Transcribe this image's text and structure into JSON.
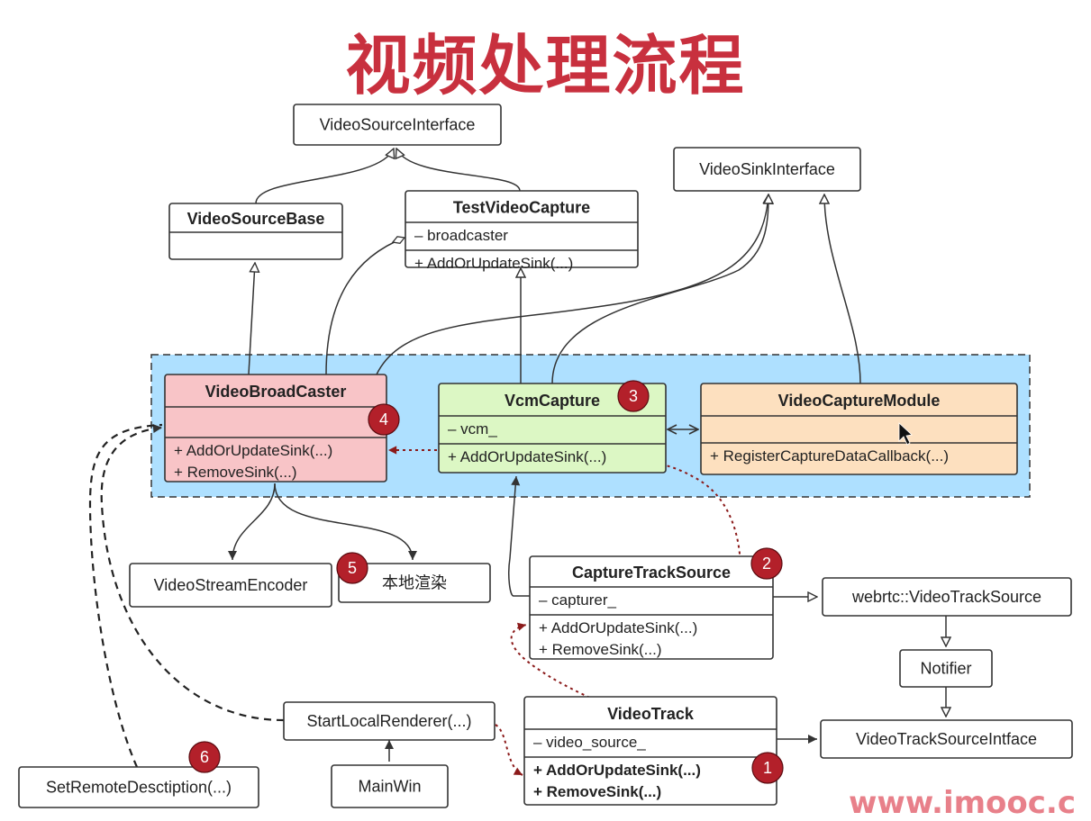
{
  "title": "视频处理流程",
  "watermark": "www.imooc.c",
  "colors": {
    "group_fill": "#aee0ff",
    "broadcaster_fill": "#f8c4c7",
    "vcm_fill": "#dcf7c4",
    "module_fill": "#fde0bf",
    "badge": "#b3202a",
    "dotted_arrow": "#8b1a1a"
  },
  "classes": {
    "video_source_interface": {
      "name": "VideoSourceInterface"
    },
    "video_sink_interface": {
      "name": "VideoSinkInterface"
    },
    "video_source_base": {
      "name": "VideoSourceBase"
    },
    "test_video_capture": {
      "name": "TestVideoCapture",
      "members": [
        "– broadcaster",
        "+ AddOrUpdateSink(...)"
      ]
    },
    "video_broadcaster": {
      "name": "VideoBroadCaster",
      "members": [
        "+ AddOrUpdateSink(...)",
        "+ RemoveSink(...)"
      ]
    },
    "vcm_capture": {
      "name": "VcmCapture",
      "members": [
        "– vcm_",
        "+ AddOrUpdateSink(...)"
      ]
    },
    "video_capture_module": {
      "name": "VideoCaptureModule",
      "members": [
        "+ RegisterCaptureDataCallback(...)"
      ]
    },
    "video_stream_encoder": {
      "name": "VideoStreamEncoder"
    },
    "local_render": {
      "name": "本地渲染"
    },
    "capture_track_source": {
      "name": "CaptureTrackSource",
      "members": [
        "– capturer_",
        "+ AddOrUpdateSink(...)",
        "+ RemoveSink(...)"
      ]
    },
    "webrtc_video_track_source": {
      "name": "webrtc::VideoTrackSource"
    },
    "notifier": {
      "name": "Notifier"
    },
    "video_track_source_intface": {
      "name": "VideoTrackSourceIntface"
    },
    "start_local_renderer": {
      "name": "StartLocalRenderer(...)"
    },
    "video_track": {
      "name": "VideoTrack",
      "members": [
        "– video_source_",
        "+ AddOrUpdateSink(...)",
        "+ RemoveSink(...)"
      ]
    },
    "main_win": {
      "name": "MainWin"
    },
    "set_remote_description": {
      "name": "SetRemoteDesctiption(...)"
    }
  },
  "badges": [
    "1",
    "2",
    "3",
    "4",
    "5",
    "6"
  ]
}
